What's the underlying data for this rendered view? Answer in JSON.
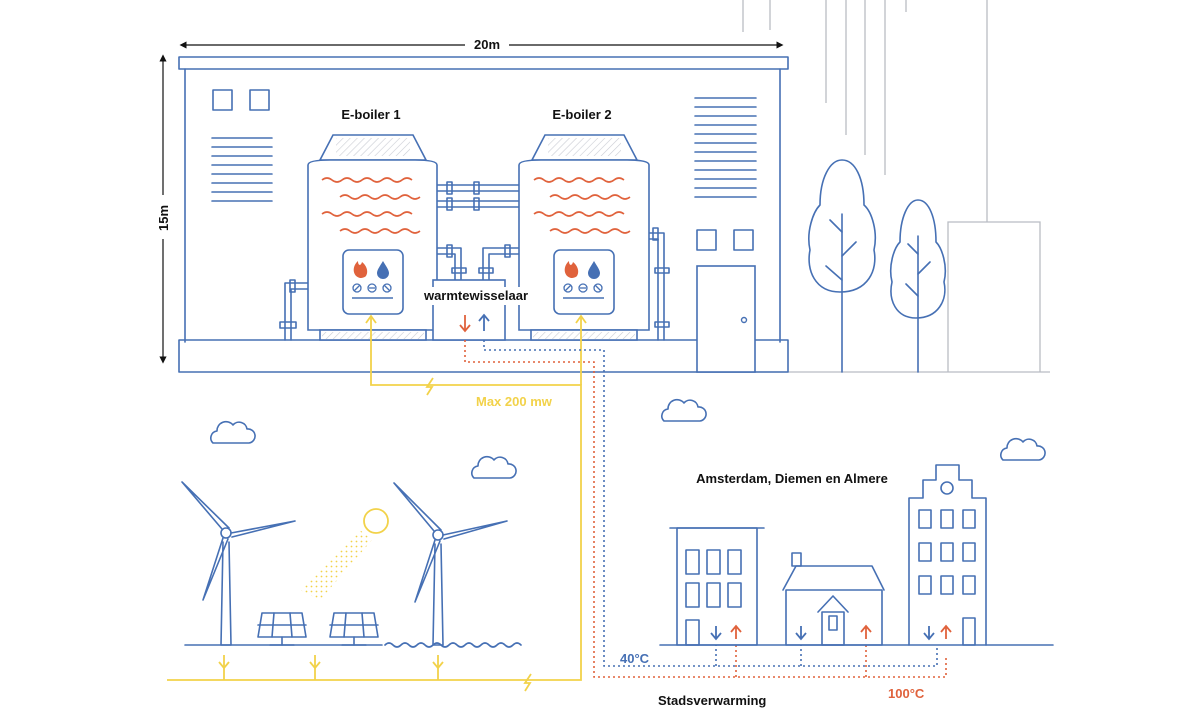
{
  "dimensions": {
    "width_label": "20m",
    "height_label": "15m"
  },
  "boilers": [
    {
      "label": "E-boiler 1"
    },
    {
      "label": "E-boiler 2"
    }
  ],
  "heat_exchanger": {
    "label": "warmtewisselaar"
  },
  "power": {
    "label": "Max 200 mw"
  },
  "city": {
    "label": "Amsterdam, Diemen en Almere"
  },
  "network": {
    "label": "Stadsverwarming",
    "cold_temp": "40°C",
    "hot_temp": "100°C"
  },
  "colors": {
    "line": "#4670b4",
    "hot": "#e0623c",
    "power": "#f2d24a",
    "grey": "#b9bcc4"
  },
  "icons": [
    "flame-icon",
    "water-drop-icon",
    "lightning-icon",
    "cloud-icon",
    "sun-icon",
    "wind-turbine-icon",
    "solar-panel-icon",
    "tree-icon",
    "arrow-up-icon",
    "arrow-down-icon"
  ]
}
